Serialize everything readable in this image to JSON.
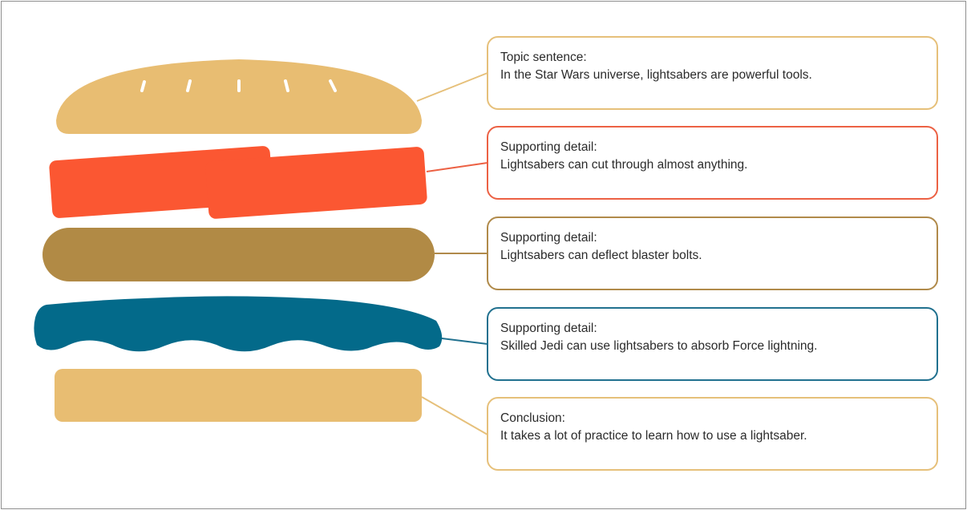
{
  "colors": {
    "bun": "#e8bd72",
    "tomato": "#fb5732",
    "patty": "#b18a45",
    "lettuce": "#036a8a",
    "bun_border": "#e6c07a",
    "tomato_border": "#ec6144",
    "patty_border": "#b08a4a",
    "lettuce_border": "#21718f"
  },
  "layers": [
    {
      "name": "top-bun",
      "heading": "Topic sentence:",
      "text": "In the Star Wars universe, lightsabers are powerful tools."
    },
    {
      "name": "tomato",
      "heading": "Supporting detail:",
      "text": "Lightsabers can cut through almost anything."
    },
    {
      "name": "patty",
      "heading": "Supporting detail:",
      "text": "Lightsabers can deflect blaster bolts."
    },
    {
      "name": "lettuce",
      "heading": "Supporting detail:",
      "text": "Skilled Jedi can use lightsabers to absorb Force lightning."
    },
    {
      "name": "bottom-bun",
      "heading": "Conclusion:",
      "text": "It takes a lot of practice to learn how to use a lightsaber."
    }
  ]
}
